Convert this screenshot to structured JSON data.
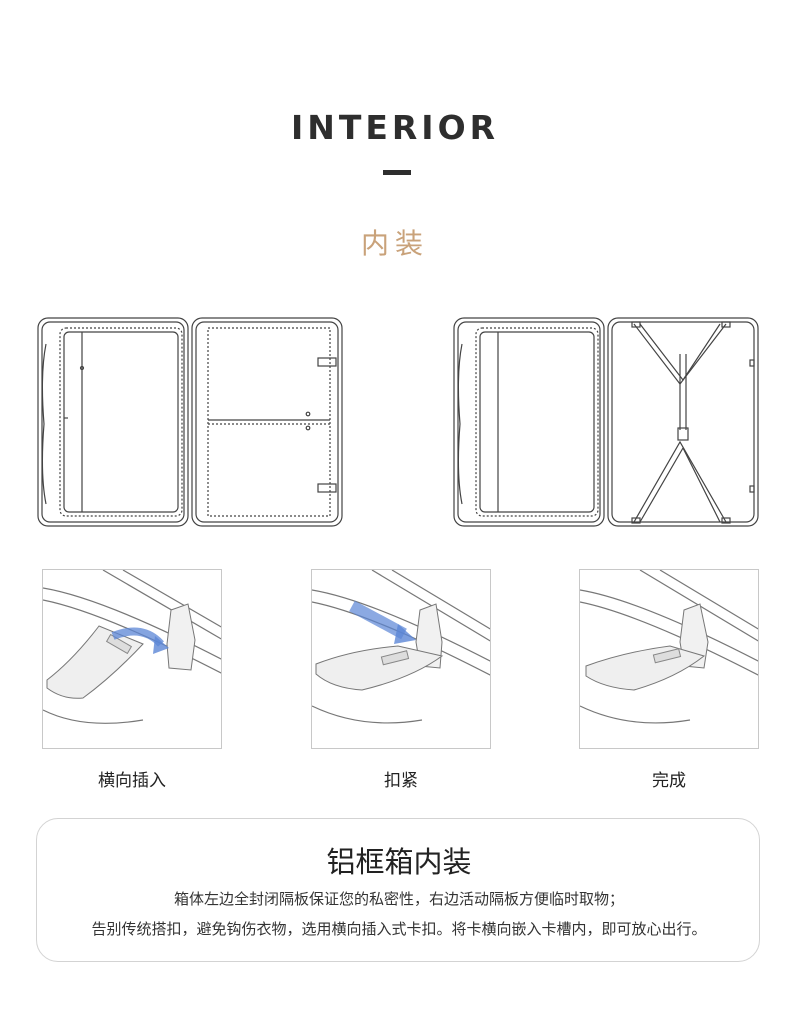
{
  "header": {
    "title": "INTERIOR",
    "subtitle": "内装"
  },
  "steps": [
    {
      "label": "横向插入"
    },
    {
      "label": "扣紧"
    },
    {
      "label": "完成"
    }
  ],
  "info": {
    "title": "铝框箱内装",
    "line1": "箱体左边全封闭隔板保证您的私密性，右边活动隔板方便临时取物；",
    "line2": "告别传统搭扣，避免钩伤衣物，选用横向插入式卡扣。将卡横向嵌入卡槽内，即可放心出行。"
  },
  "colors": {
    "title": "#2e2e2e",
    "subtitle": "#c9a27a",
    "arrow": "#5b86d6"
  }
}
